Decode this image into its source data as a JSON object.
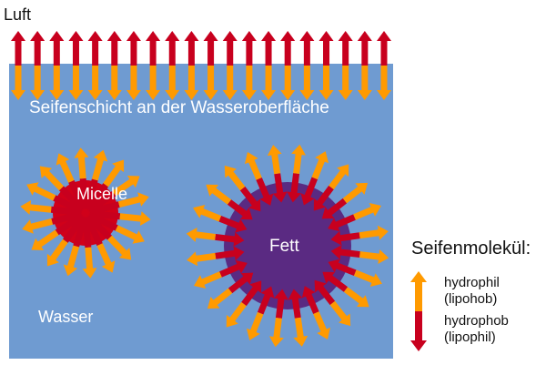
{
  "labels": {
    "air": "Luft",
    "soap_layer": "Seifenschicht an der Wasseroberfläche",
    "micelle": "Micelle",
    "fat": "Fett",
    "water": "Wasser"
  },
  "legend": {
    "title": "Seifenmolekül:",
    "hydrophilic_line1": "hydrophil",
    "hydrophilic_line2": "(lipohob)",
    "hydrophobic_line1": "hydrophob",
    "hydrophobic_line2": "(lipophil)"
  },
  "colors": {
    "water": "#6f9bd1",
    "hydrophilic": "#ff9a00",
    "hydrophobic": "#c8001e",
    "fat": "#5a2a82",
    "micelle_core": "#d0001a"
  },
  "surface_molecule_count": 20,
  "micelle_molecule_count": 18,
  "fat_molecule_count": 24
}
